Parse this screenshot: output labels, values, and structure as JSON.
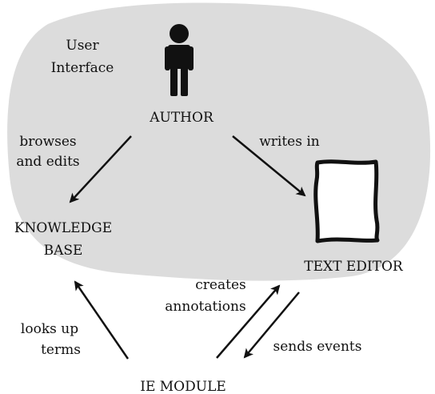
{
  "colors": {
    "region": "#dcdcdc",
    "ink": "#111111",
    "background": "#ffffff"
  },
  "region": {
    "label_line1": "User",
    "label_line2": "Interface"
  },
  "nodes": {
    "author": {
      "label": "AUTHOR",
      "icon": "person-icon"
    },
    "knowledge_base": {
      "label_line1": "KNOWLEDGE",
      "label_line2": "BASE"
    },
    "text_editor": {
      "label": "TEXT EDITOR",
      "icon": "document-frame-icon"
    },
    "ie_module": {
      "label": "IE MODULE"
    }
  },
  "edges": {
    "author_to_kb": {
      "line1": "browses",
      "line2": "and edits"
    },
    "author_to_editor": {
      "line1": "writes in"
    },
    "ie_to_kb": {
      "line1": "looks up",
      "line2": "terms"
    },
    "ie_to_editor": {
      "line1": "creates",
      "line2": "annotations"
    },
    "editor_to_ie": {
      "line1": "sends events"
    }
  }
}
